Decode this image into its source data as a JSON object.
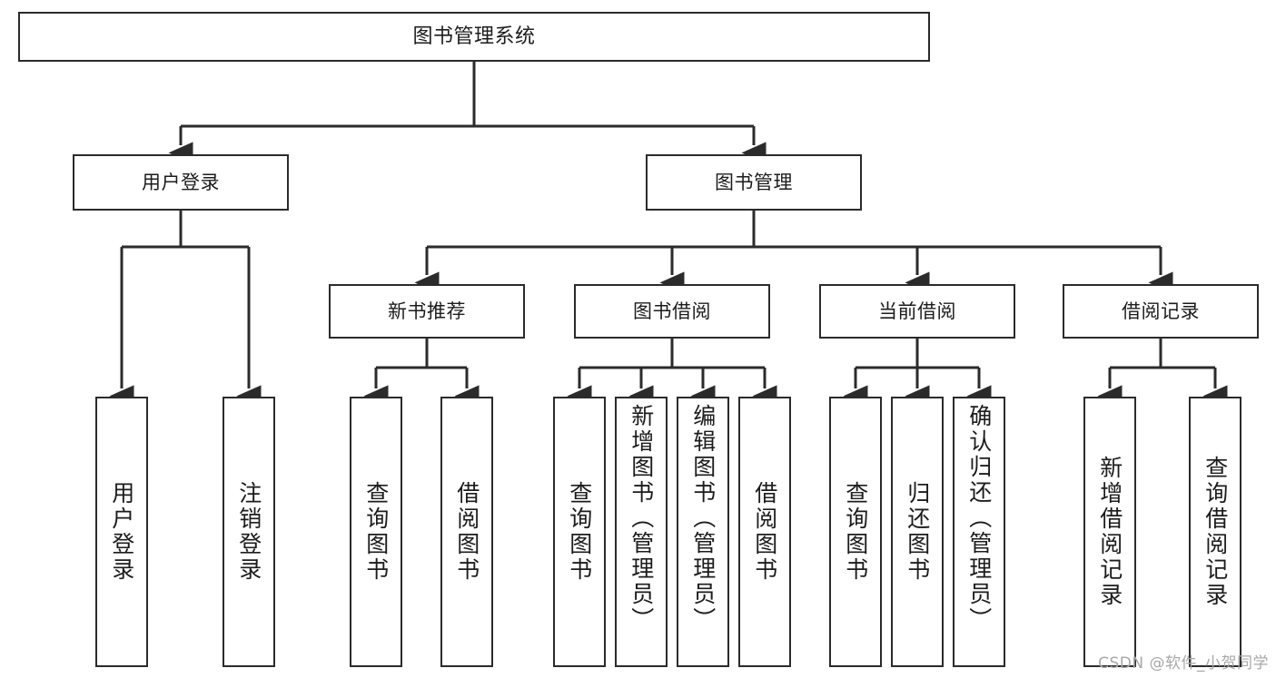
{
  "diagram": {
    "title": "图书管理系统",
    "type": "功能结构图",
    "colors": {
      "stroke": "#2b2b2b",
      "fill": "#ffffff",
      "text": "#1c1c1c",
      "watermark": "#a8a8a8"
    },
    "nodes": {
      "root": {
        "id": "root",
        "label": "图书管理系统",
        "level": 1,
        "orientation": "horizontal"
      },
      "l2": [
        {
          "id": "user-login",
          "label": "用户登录",
          "level": 2,
          "orientation": "horizontal"
        },
        {
          "id": "book-manage",
          "label": "图书管理",
          "level": 2,
          "orientation": "horizontal"
        }
      ],
      "l3": [
        {
          "id": "new-book-rec",
          "label": "新书推荐",
          "level": 3,
          "orientation": "horizontal",
          "parent": "book-manage"
        },
        {
          "id": "book-borrow",
          "label": "图书借阅",
          "level": 3,
          "orientation": "horizontal",
          "parent": "book-manage"
        },
        {
          "id": "current-borrow",
          "label": "当前借阅",
          "level": 3,
          "orientation": "horizontal",
          "parent": "book-manage"
        },
        {
          "id": "borrow-record",
          "label": "借阅记录",
          "level": 3,
          "orientation": "horizontal",
          "parent": "book-manage"
        }
      ],
      "leaves": [
        {
          "id": "leaf-user-login",
          "label": "用户登录",
          "parent": "user-login",
          "orientation": "vertical"
        },
        {
          "id": "leaf-logout-login",
          "label": "注销登录",
          "parent": "user-login",
          "orientation": "vertical"
        },
        {
          "id": "leaf-query-book-1",
          "label": "查询图书",
          "parent": "new-book-rec",
          "orientation": "vertical"
        },
        {
          "id": "leaf-borrow-book-1",
          "label": "借阅图书",
          "parent": "new-book-rec",
          "orientation": "vertical"
        },
        {
          "id": "leaf-query-book-2",
          "label": "查询图书",
          "parent": "book-borrow",
          "orientation": "vertical"
        },
        {
          "id": "leaf-add-book",
          "label": "新增图书（管理员）",
          "parent": "book-borrow",
          "orientation": "vertical"
        },
        {
          "id": "leaf-edit-book",
          "label": "编辑图书（管理员）",
          "parent": "book-borrow",
          "orientation": "vertical"
        },
        {
          "id": "leaf-borrow-book-2",
          "label": "借阅图书",
          "parent": "book-borrow",
          "orientation": "vertical"
        },
        {
          "id": "leaf-query-book-3",
          "label": "查询图书",
          "parent": "current-borrow",
          "orientation": "vertical"
        },
        {
          "id": "leaf-return-book",
          "label": "归还图书",
          "parent": "current-borrow",
          "orientation": "vertical"
        },
        {
          "id": "leaf-confirm-return",
          "label": "确认归还（管理员）",
          "parent": "current-borrow",
          "orientation": "vertical"
        },
        {
          "id": "leaf-add-record",
          "label": "新增借阅记录",
          "parent": "borrow-record",
          "orientation": "vertical"
        },
        {
          "id": "leaf-query-record",
          "label": "查询借阅记录",
          "parent": "borrow-record",
          "orientation": "vertical"
        }
      ]
    },
    "watermark": "CSDN @软件_小贺同学"
  }
}
